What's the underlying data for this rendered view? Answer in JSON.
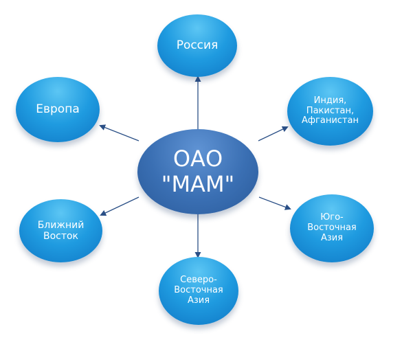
{
  "center": {
    "label": "ОАО\n\"МАМ\""
  },
  "nodes": [
    {
      "id": "russia",
      "label": "Россия"
    },
    {
      "id": "india",
      "label": "Индия,\nПакистан,\nАфганистан"
    },
    {
      "id": "se-asia",
      "label": "Юго-\nВосточная\nАзия"
    },
    {
      "id": "ne-asia",
      "label": "Северо-\nВосточная\nАзия"
    },
    {
      "id": "middle-east",
      "label": "Ближний\nВосток"
    },
    {
      "id": "europe",
      "label": "Европа"
    }
  ],
  "colors": {
    "arrow": "#2a4f86",
    "node": "#1f9be0",
    "center": "#3a6fb3"
  }
}
